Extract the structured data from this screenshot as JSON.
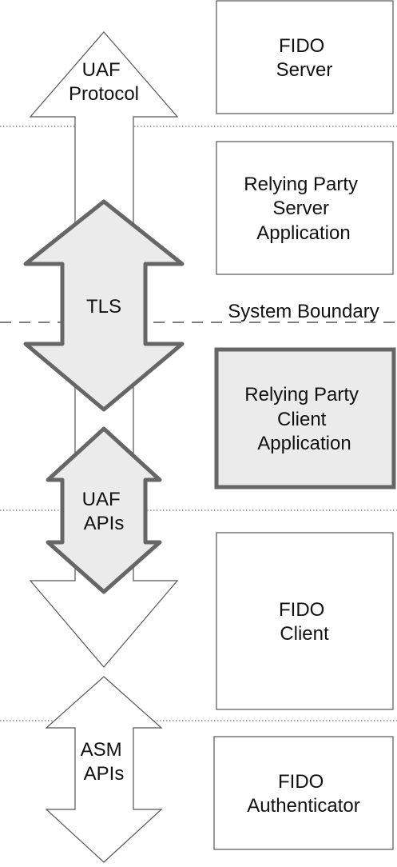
{
  "boxes": {
    "fido_server": [
      "FIDO",
      "Server"
    ],
    "rp_server_app": [
      "Relying Party",
      "Server",
      "Application"
    ],
    "rp_client_app": [
      "Relying Party",
      "Client",
      "Application"
    ],
    "fido_client": [
      "FIDO",
      "Client"
    ],
    "fido_authenticator": [
      "FIDO",
      "Authenticator"
    ]
  },
  "arrows": {
    "uaf_protocol": [
      "UAF",
      "Protocol"
    ],
    "tls": "TLS",
    "uaf_apis": [
      "UAF",
      "APIs"
    ],
    "asm_apis": [
      "ASM",
      "APIs"
    ]
  },
  "system_boundary": "System Boundary"
}
